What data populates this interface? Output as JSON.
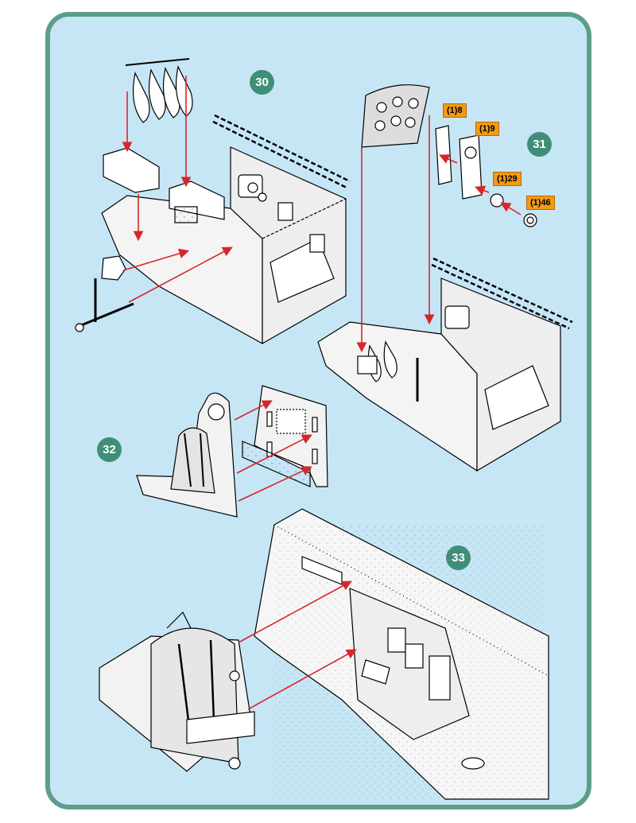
{
  "steps": {
    "s30": "30",
    "s31": "31",
    "s32": "32",
    "s33": "33"
  },
  "part_labels": {
    "p8": "(1)8",
    "p9": "(1)9",
    "p29": "(1)29",
    "p46": "(1)46"
  },
  "colors": {
    "frame_border": "#5d9e8b",
    "background": "#c6e6f6",
    "badge": "#3f8f78",
    "part_label": "#f39a16",
    "arrow": "#d7262b"
  }
}
